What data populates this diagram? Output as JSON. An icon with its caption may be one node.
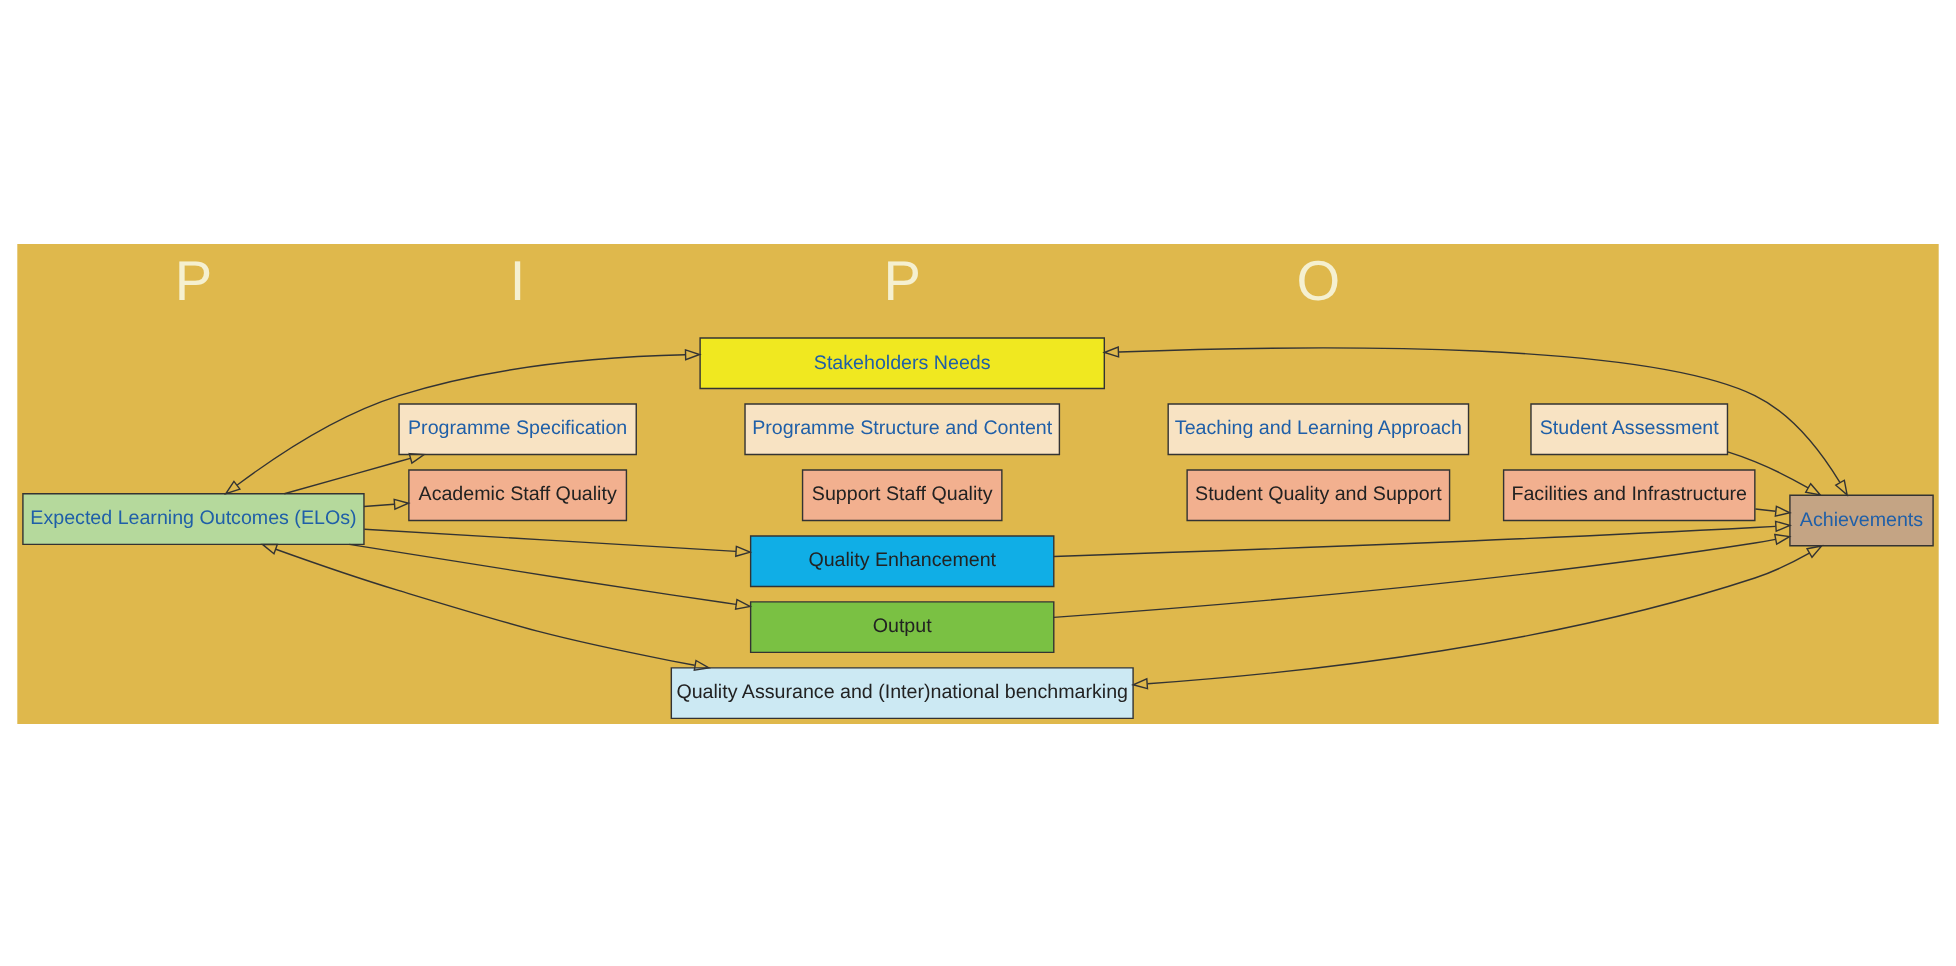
{
  "diagram": {
    "nodes": [
      {
        "text": [
          "Stakeholders Needs"
        ]
      },
      {
        "text": [
          "Expected Learning Outcomes (ELOs)"
        ]
      },
      {
        "text": [
          "Programme Specification"
        ]
      },
      {
        "text": [
          "Programme Structure and Content"
        ]
      },
      {
        "text": [
          "Teaching and Learning Approach"
        ]
      },
      {
        "text": [
          "Student Assessment"
        ]
      },
      {
        "text": [
          "Academic Staff Quality"
        ]
      },
      {
        "text": [
          "Support Staff Quality"
        ]
      },
      {
        "text": [
          "Student Quality and Support"
        ]
      },
      {
        "text": [
          "Facilities and Infrastructure"
        ]
      },
      {
        "text": [
          "Quality Enhancement"
        ]
      },
      {
        "text": [
          "Output"
        ]
      },
      {
        "text": [
          "Achievements"
        ]
      },
      {
        "text": [
          "Quality Assurance and (Inter)national benchmarking"
        ]
      }
    ],
    "edges": [
      {
        "from": 0,
        "to": 1,
        "arrow": "both"
      },
      {
        "from": 0,
        "to": 12,
        "arrow": "both"
      },
      {
        "from": 1,
        "to": 2,
        "arrow": "to"
      },
      {
        "from": 1,
        "to": 6,
        "arrow": "to"
      },
      {
        "from": 1,
        "to": 10,
        "arrow": "to"
      },
      {
        "from": 1,
        "to": 11,
        "arrow": "to"
      },
      {
        "from": 5,
        "to": 12,
        "arrow": "to"
      },
      {
        "from": 9,
        "to": 12,
        "arrow": "to"
      },
      {
        "from": 10,
        "to": 12,
        "arrow": "to"
      },
      {
        "from": 11,
        "to": 12,
        "arrow": "to"
      },
      {
        "from": 1,
        "to": 13,
        "arrow": "both"
      },
      {
        "from": 12,
        "to": 13,
        "arrow": "both"
      }
    ],
    "labels": [
      "P",
      "I",
      "P",
      "O"
    ]
  }
}
